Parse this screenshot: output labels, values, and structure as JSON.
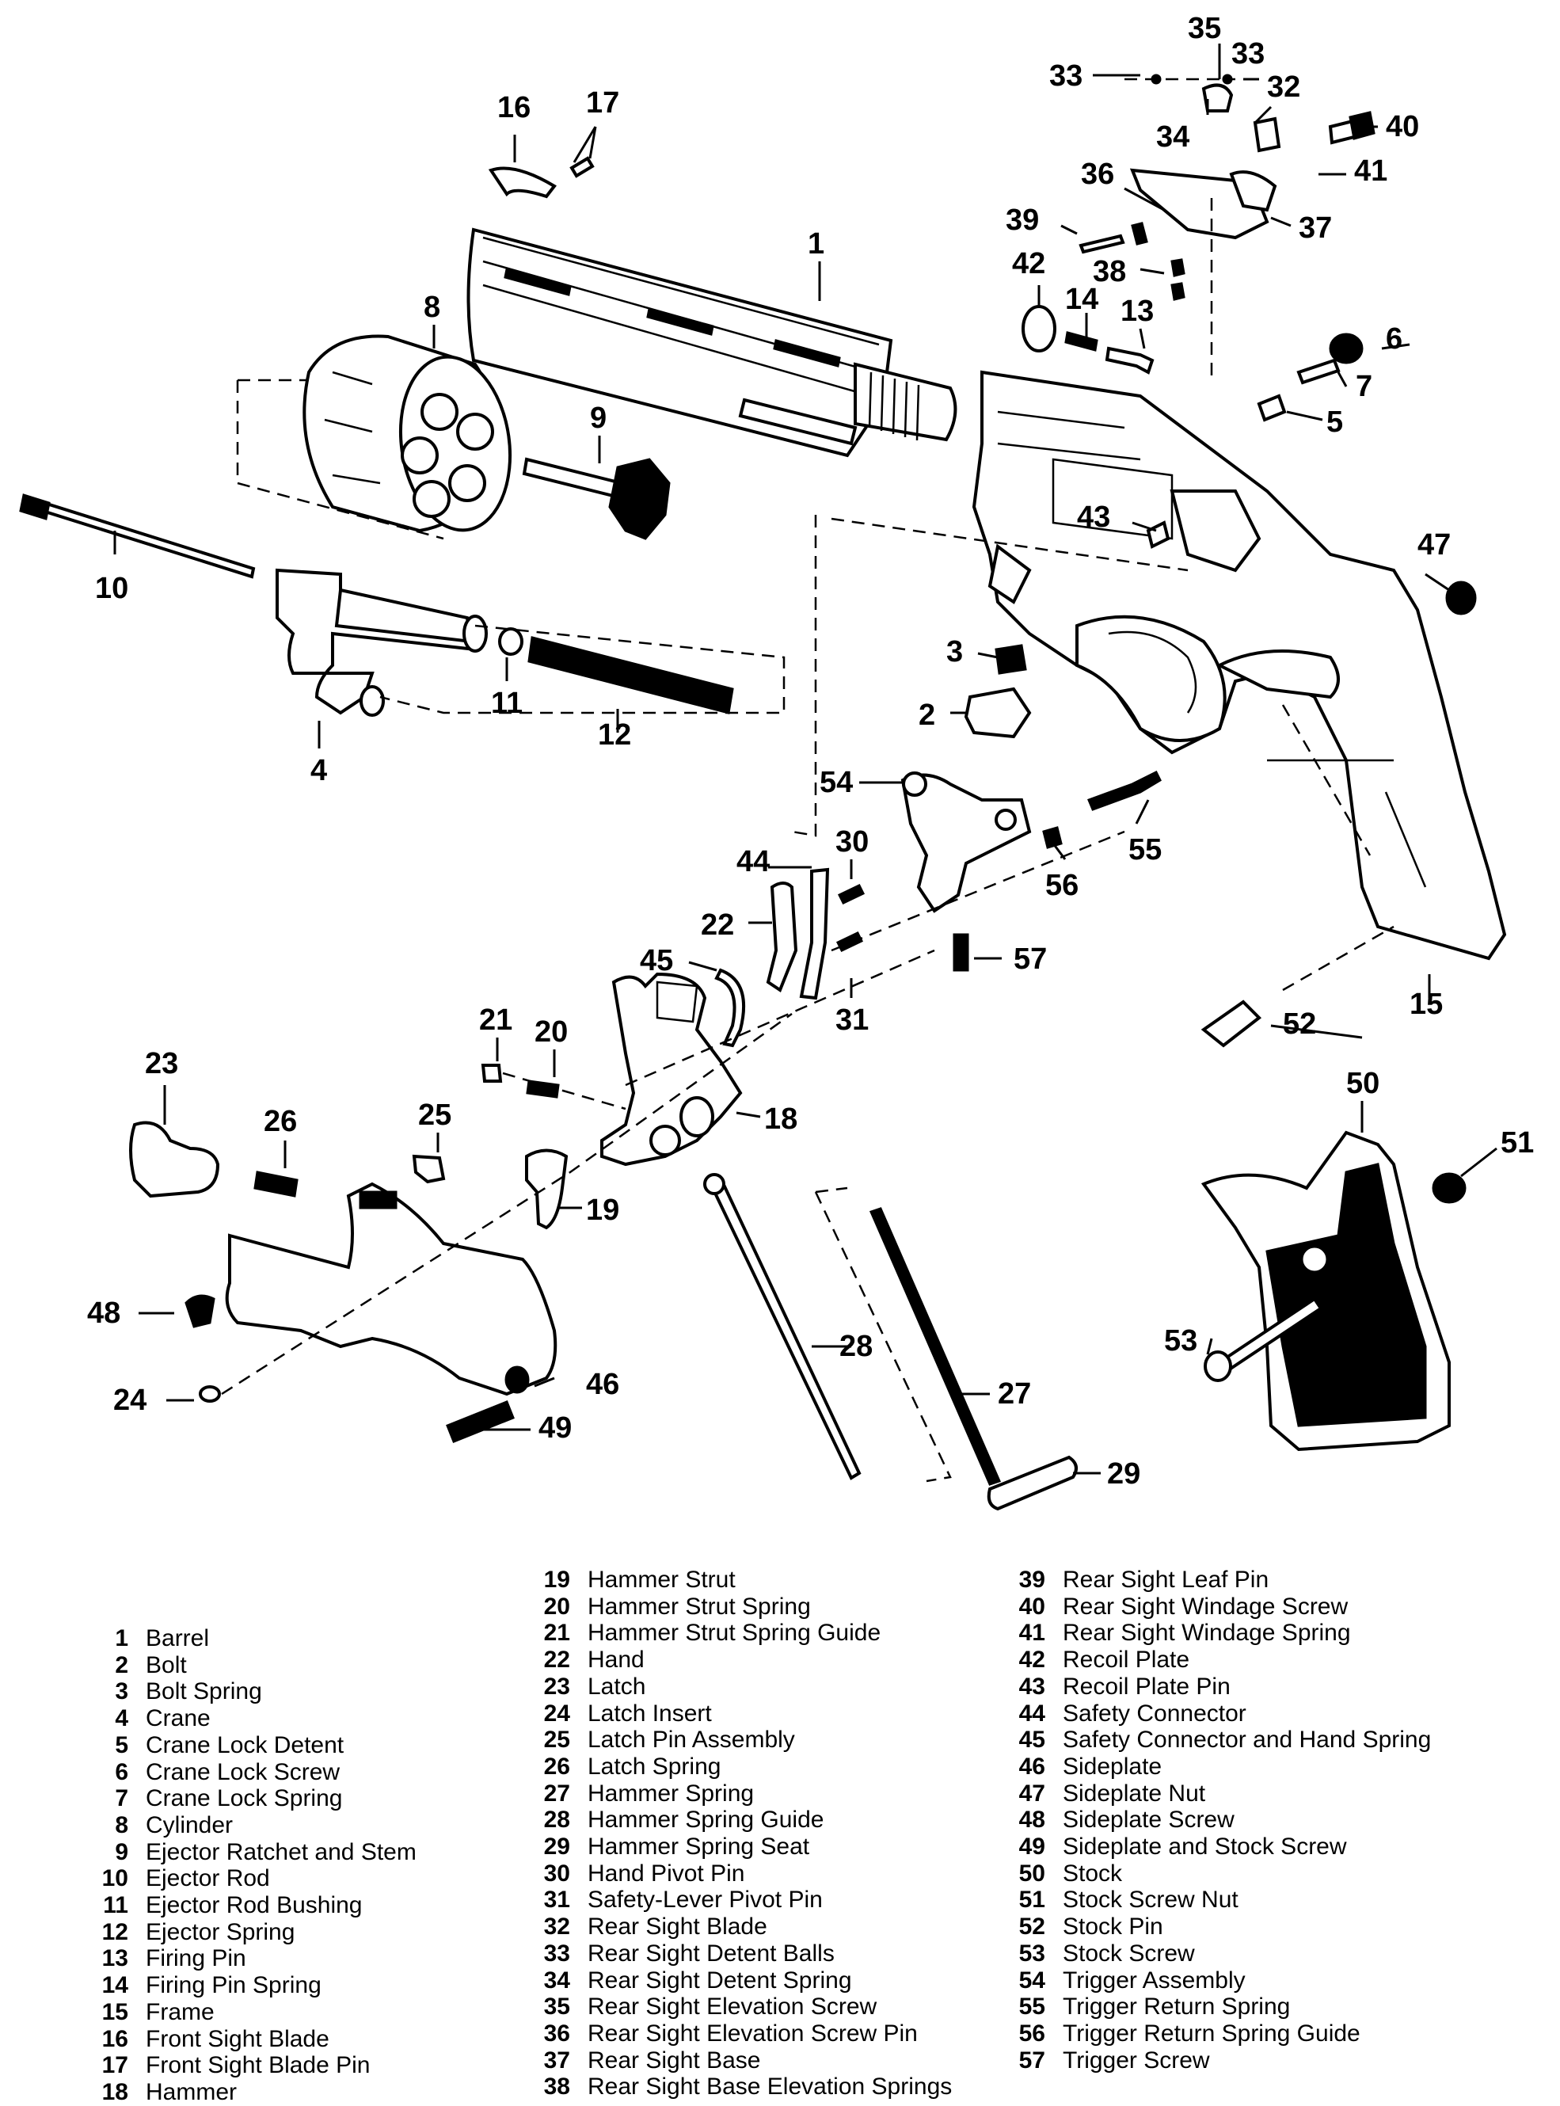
{
  "callouts": {
    "c1": "1",
    "c2": "2",
    "c3": "3",
    "c4": "4",
    "c5": "5",
    "c6": "6",
    "c7": "7",
    "c8": "8",
    "c9": "9",
    "c10": "10",
    "c11": "11",
    "c12": "12",
    "c13": "13",
    "c14": "14",
    "c15": "15",
    "c16": "16",
    "c17": "17",
    "c18": "18",
    "c19": "19",
    "c20": "20",
    "c21": "21",
    "c22": "22",
    "c23": "23",
    "c24": "24",
    "c25": "25",
    "c26": "26",
    "c27": "27",
    "c28": "28",
    "c29": "29",
    "c30": "30",
    "c31": "31",
    "c32": "32",
    "c33a": "33",
    "c33b": "33",
    "c34": "34",
    "c35": "35",
    "c36": "36",
    "c37": "37",
    "c38": "38",
    "c39": "39",
    "c40": "40",
    "c41": "41",
    "c42": "42",
    "c43": "43",
    "c44": "44",
    "c45": "45",
    "c46": "46",
    "c47": "47",
    "c48": "48",
    "c49": "49",
    "c50": "50",
    "c51": "51",
    "c52": "52",
    "c53": "53",
    "c54": "54",
    "c55": "55",
    "c56": "56",
    "c57": "57"
  },
  "legend": {
    "col1": [
      {
        "num": "1",
        "name": "Barrel"
      },
      {
        "num": "2",
        "name": "Bolt"
      },
      {
        "num": "3",
        "name": "Bolt Spring"
      },
      {
        "num": "4",
        "name": "Crane"
      },
      {
        "num": "5",
        "name": "Crane Lock Detent"
      },
      {
        "num": "6",
        "name": "Crane Lock Screw"
      },
      {
        "num": "7",
        "name": "Crane Lock Spring"
      },
      {
        "num": "8",
        "name": "Cylinder"
      },
      {
        "num": "9",
        "name": "Ejector Ratchet and Stem"
      },
      {
        "num": "10",
        "name": "Ejector Rod"
      },
      {
        "num": "11",
        "name": "Ejector Rod Bushing"
      },
      {
        "num": "12",
        "name": "Ejector Spring"
      },
      {
        "num": "13",
        "name": "Firing Pin"
      },
      {
        "num": "14",
        "name": "Firing Pin Spring"
      },
      {
        "num": "15",
        "name": "Frame"
      },
      {
        "num": "16",
        "name": "Front Sight Blade"
      },
      {
        "num": "17",
        "name": "Front Sight Blade Pin"
      },
      {
        "num": "18",
        "name": "Hammer"
      }
    ],
    "col2": [
      {
        "num": "19",
        "name": "Hammer Strut"
      },
      {
        "num": "20",
        "name": "Hammer Strut Spring"
      },
      {
        "num": "21",
        "name": "Hammer Strut Spring Guide"
      },
      {
        "num": "22",
        "name": "Hand"
      },
      {
        "num": "23",
        "name": "Latch"
      },
      {
        "num": "24",
        "name": "Latch Insert"
      },
      {
        "num": "25",
        "name": "Latch Pin Assembly"
      },
      {
        "num": "26",
        "name": "Latch Spring"
      },
      {
        "num": "27",
        "name": "Hammer Spring"
      },
      {
        "num": "28",
        "name": "Hammer Spring Guide"
      },
      {
        "num": "29",
        "name": "Hammer Spring Seat"
      },
      {
        "num": "30",
        "name": "Hand Pivot Pin"
      },
      {
        "num": "31",
        "name": "Safety-Lever Pivot Pin"
      },
      {
        "num": "32",
        "name": "Rear Sight Blade"
      },
      {
        "num": "33",
        "name": "Rear Sight Detent Balls"
      },
      {
        "num": "34",
        "name": "Rear Sight Detent Spring"
      },
      {
        "num": "35",
        "name": "Rear Sight Elevation Screw"
      },
      {
        "num": "36",
        "name": "Rear Sight Elevation Screw Pin"
      },
      {
        "num": "37",
        "name": "Rear Sight Base"
      },
      {
        "num": "38",
        "name": "Rear Sight Base Elevation Springs"
      }
    ],
    "col3": [
      {
        "num": "39",
        "name": "Rear Sight Leaf Pin"
      },
      {
        "num": "40",
        "name": "Rear Sight Windage Screw"
      },
      {
        "num": "41",
        "name": "Rear Sight Windage Spring"
      },
      {
        "num": "42",
        "name": "Recoil Plate"
      },
      {
        "num": "43",
        "name": "Recoil Plate Pin"
      },
      {
        "num": "44",
        "name": "Safety Connector"
      },
      {
        "num": "45",
        "name": "Safety Connector and Hand Spring"
      },
      {
        "num": "46",
        "name": "Sideplate"
      },
      {
        "num": "47",
        "name": "Sideplate Nut"
      },
      {
        "num": "48",
        "name": "Sideplate Screw"
      },
      {
        "num": "49",
        "name": "Sideplate and Stock Screw"
      },
      {
        "num": "50",
        "name": "Stock"
      },
      {
        "num": "51",
        "name": "Stock Screw Nut"
      },
      {
        "num": "52",
        "name": "Stock Pin"
      },
      {
        "num": "53",
        "name": "Stock Screw"
      },
      {
        "num": "54",
        "name": "Trigger Assembly"
      },
      {
        "num": "55",
        "name": "Trigger Return Spring"
      },
      {
        "num": "56",
        "name": "Trigger Return Spring Guide"
      },
      {
        "num": "57",
        "name": "Trigger Screw"
      }
    ]
  }
}
